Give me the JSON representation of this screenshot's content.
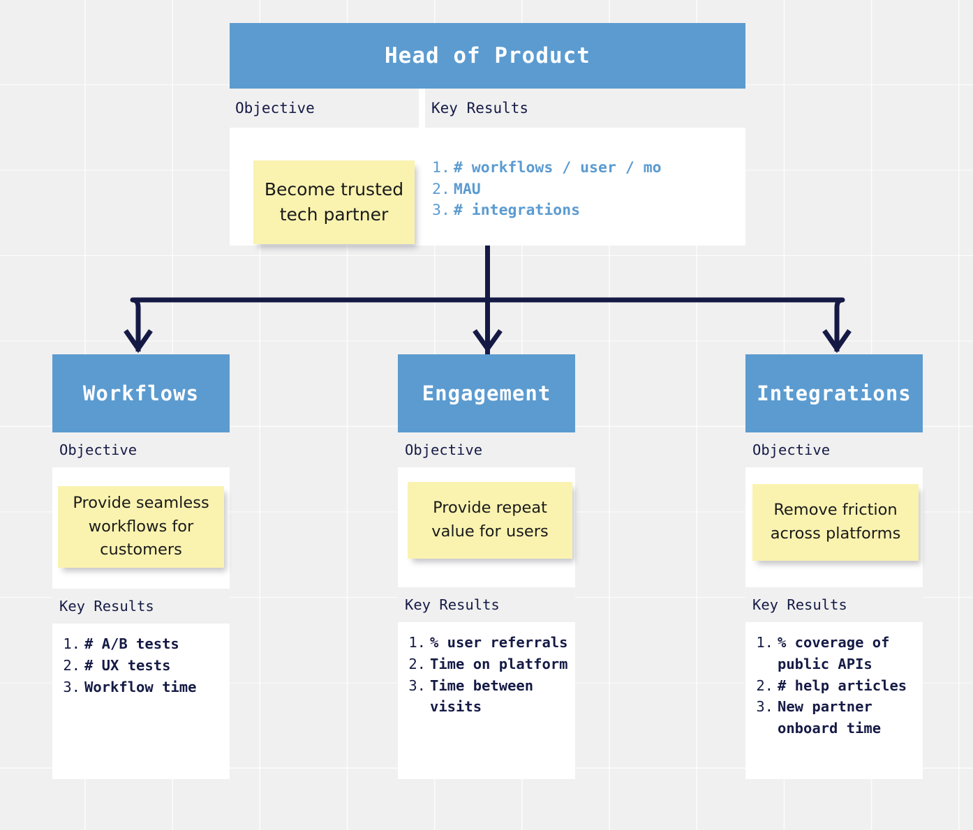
{
  "colors": {
    "header_blue": "#5b9bd0",
    "sticky_yellow": "#faf3b0",
    "navy": "#151a45",
    "band_gray": "#f0f0f0",
    "canvas": "#f0f0f0",
    "card_white": "#ffffff"
  },
  "labels": {
    "objective": "Objective",
    "key_results": "Key Results"
  },
  "root": {
    "title": "Head of Product",
    "objective_label": "Objective",
    "key_results_label": "Key Results",
    "objective": "Become trusted tech partner",
    "key_results": [
      {
        "num": "1.",
        "text": "# workflows / user / mo"
      },
      {
        "num": "2.",
        "text": "MAU"
      },
      {
        "num": "3.",
        "text": "# integrations"
      }
    ]
  },
  "children": [
    {
      "title": "Workflows",
      "objective_label": "Objective",
      "key_results_label": "Key Results",
      "objective": "Provide seamless workflows for customers",
      "key_results": [
        {
          "num": "1.",
          "text": "# A/B tests"
        },
        {
          "num": "2.",
          "text": "# UX tests"
        },
        {
          "num": "3.",
          "text": "Workflow time"
        }
      ]
    },
    {
      "title": "Engagement",
      "objective_label": "Objective",
      "key_results_label": "Key Results",
      "objective": "Provide repeat value for users",
      "key_results": [
        {
          "num": "1.",
          "text": "% user referrals"
        },
        {
          "num": "2.",
          "text": "Time on platform"
        },
        {
          "num": "3.",
          "text": "Time between visits"
        }
      ]
    },
    {
      "title": "Integrations",
      "objective_label": "Objective",
      "key_results_label": "Key Results",
      "objective": "Remove friction across platforms",
      "key_results": [
        {
          "num": "1.",
          "text": "% coverage of public APIs"
        },
        {
          "num": "2.",
          "text": "# help articles"
        },
        {
          "num": "3.",
          "text": "New partner onboard time"
        }
      ]
    }
  ],
  "connectors": {
    "stroke_color": "#151a45",
    "description": "root card bottom splits into three down arrows"
  }
}
